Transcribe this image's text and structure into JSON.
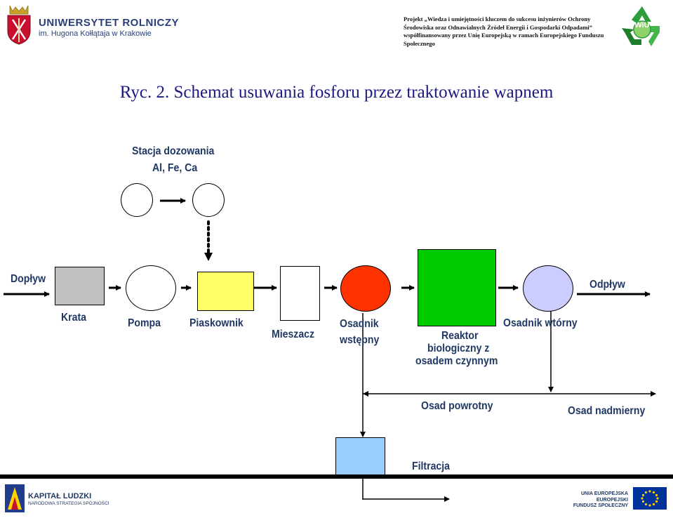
{
  "header": {
    "university_name": "UNIWERSYTET ROLNICZY",
    "university_sub": "im. Hugona Kołłątaja w Krakowie",
    "project_text": "Projekt „Wiedza i umiejętności kluczem do sukcesu inżynierów Ochrony Środowiska oraz Odnawialnych Źródeł Energii i Gospodarki Odpadami” współfinansowany przez Unię Europejską w ramach Europejskiego Funduszu Społecznego",
    "wiu_logo": "WiU"
  },
  "title": "Ryc. 2. Schemat usuwania fosforu przez traktowanie wapnem",
  "diagram": {
    "dosing_station_line1": "Stacja dozowania",
    "dosing_station_line2": "Al, Fe, Ca",
    "inflow": "Dopływ",
    "outflow": "Odpływ",
    "screen": "Krata",
    "pump": "Pompa",
    "grit_chamber": "Piaskownik",
    "mixer": "Mieszacz",
    "primary_clarifier_line1": "Osadnik",
    "primary_clarifier_line2": "wstępny",
    "reactor_line1": "Reaktor",
    "reactor_line2": "biologiczny z",
    "reactor_line3": "osadem czynnym",
    "secondary_clarifier": "Osadnik wtórny",
    "return_sludge": "Osad powrotny",
    "excess_sludge": "Osad nadmierny",
    "filtration": "Filtracja",
    "colors": {
      "screen": "#c0c0c0",
      "grit_chamber": "#ffff66",
      "primary_clarifier": "#ff3300",
      "reactor": "#00cc00",
      "secondary_clarifier": "#ccccff",
      "filtration": "#99ccff",
      "label_text": "#1f3864",
      "title_text": "#1a1a80"
    }
  },
  "footer": {
    "kl_title": "KAPITAŁ LUDZKI",
    "kl_sub": "NARODOWA STRATEGIA SPÓJNOŚCI",
    "ue_text_line1": "UNIA EUROPEJSKA",
    "ue_text_line2": "EUROPEJSKI",
    "ue_text_line3": "FUNDUSZ SPOŁECZNY"
  }
}
